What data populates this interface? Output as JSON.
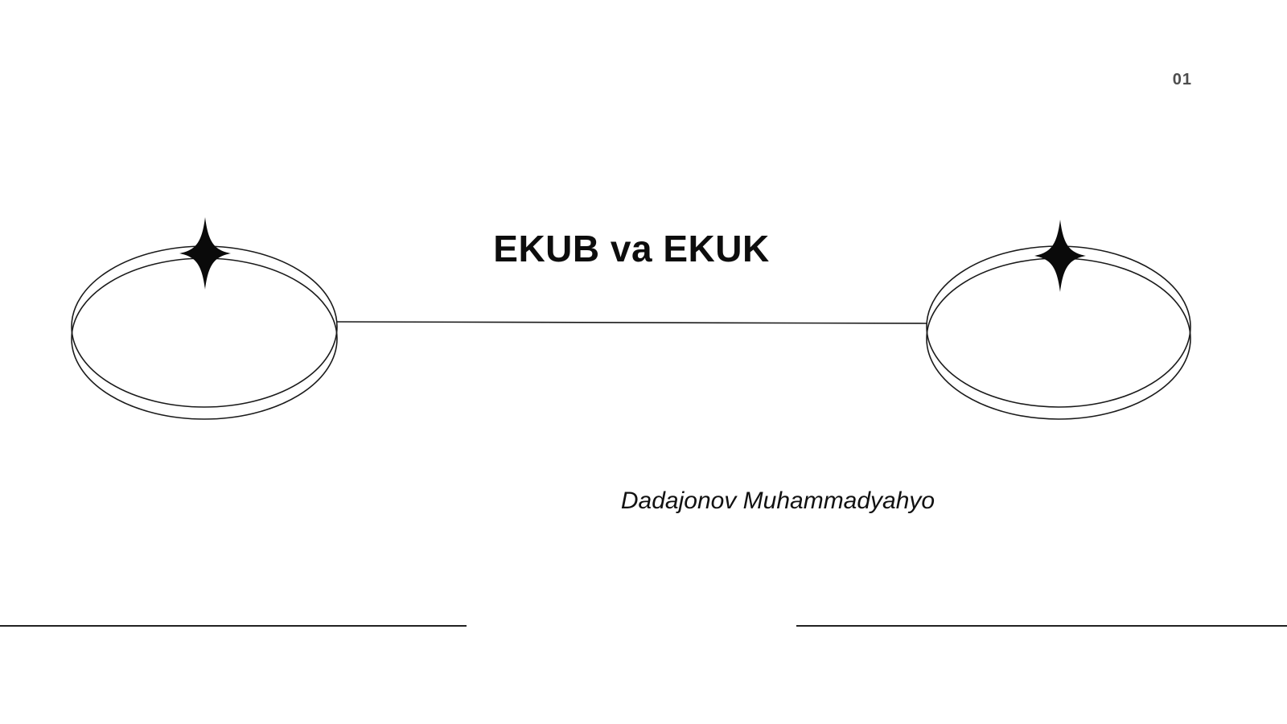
{
  "slide": {
    "page_number": "01",
    "title": "EKUB va EKUK",
    "author": "Dadajonov Muhammadyahyo"
  },
  "decor": {
    "left_rings_icon": "double-ellipse-ring",
    "right_rings_icon": "double-ellipse-ring",
    "sparkle_icon": "four-point-star",
    "connector_line": "horizontal-line",
    "bottom_rules": "horizontal-divider-lines"
  },
  "colors": {
    "background": "#ffffff",
    "ink": "#111111",
    "line": "#1a1a1a",
    "muted": "#4d4d4d"
  }
}
